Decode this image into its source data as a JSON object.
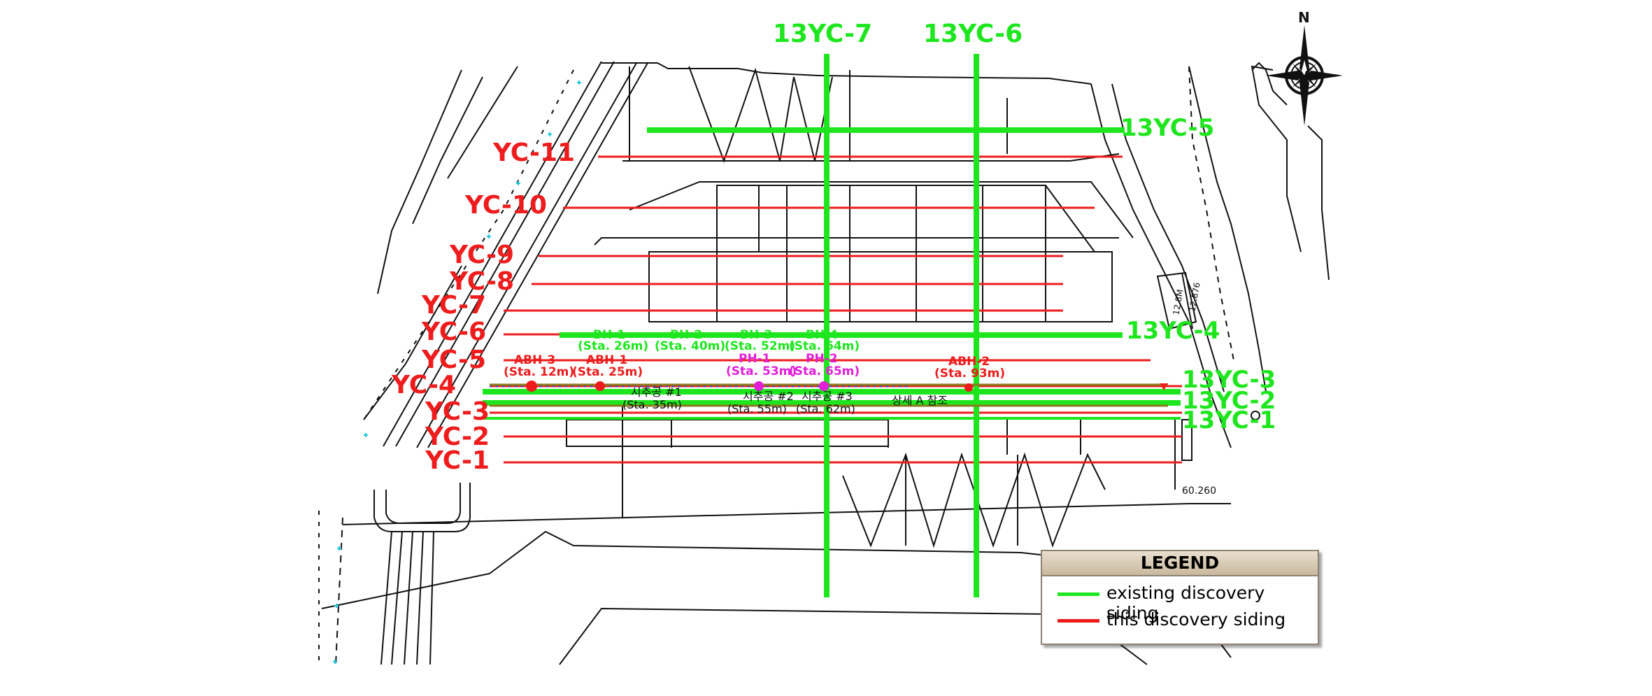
{
  "colors": {
    "existing": "#1ee61e",
    "current": "#ee1c1c",
    "magenta": "#e21fd8",
    "background": "#ffffff",
    "linework": "#111111"
  },
  "north_label": "N",
  "existing_labels": [
    "13YC-7",
    "13YC-6",
    "13YC-5",
    "13YC-4",
    "13YC-3",
    "13YC-2",
    "13YC-1"
  ],
  "current_labels": [
    "YC-11",
    "YC-10",
    "YC-9",
    "YC-8",
    "YC-7",
    "YC-6",
    "YC-5",
    "YC-4",
    "YC-3",
    "YC-2",
    "YC-1"
  ],
  "existing_boreholes": {
    "labels": [
      "BH-1",
      "BH-2",
      "BH-3",
      "BH-4"
    ],
    "stations": [
      "(Sta. 26m)",
      "(Sta. 40m)",
      "(Sta. 52m)",
      "(Sta. 64m)"
    ]
  },
  "red_boreholes": {
    "labels": [
      "ABH-3",
      "ABH-1",
      "ABH-2"
    ],
    "stations": [
      "(Sta. 12m)",
      "(Sta. 25m)",
      "(Sta. 93m)"
    ]
  },
  "magenta_boreholes": {
    "labels": [
      "PH-1",
      "PH-2"
    ],
    "stations": [
      "(Sta. 53m)",
      "(Sta. 65m)"
    ]
  },
  "map_notes": [
    "시추공 #1",
    "(Sta. 35m)",
    "시추공 #2",
    "시추공 #3",
    "(Sta. 55m)",
    "(Sta. 62m)",
    "상세 A 참조",
    "60.260",
    "12.8M",
    "12.876"
  ],
  "legend": {
    "title": "LEGEND",
    "items": [
      {
        "label": "existing discovery siding",
        "color": "#1ee61e"
      },
      {
        "label": "this discovery siding",
        "color": "#ee1c1c"
      }
    ]
  }
}
